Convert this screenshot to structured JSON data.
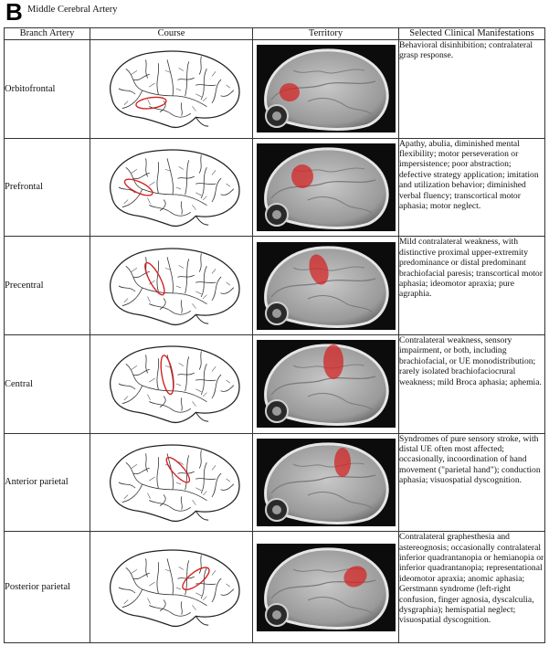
{
  "panel_letter": "B",
  "title": "Middle Cerebral Artery",
  "headers": [
    "Branch Artery",
    "Course",
    "Territory",
    "Selected Clinical  Manifestations"
  ],
  "rows": [
    {
      "branch": "Orbitofrontal",
      "manifestations": "Behavioral disinhibition; contralateral grasp response."
    },
    {
      "branch": "Prefrontal",
      "manifestations": "Apathy, abulia, diminished mental flexibility; motor perseveration or impersistence; poor abstraction; defective strategy application; imitation and utilization behavior; diminished verbal fluency; transcortical motor aphasia; motor neglect."
    },
    {
      "branch": "Precentral",
      "manifestations": "Mild contralateral weakness, with distinctive proximal upper-extremity predominance or distal predominant brachiofacial paresis; transcortical motor aphasia; ideomotor apraxia; pure agraphia."
    },
    {
      "branch": "Central",
      "manifestations": "Contralateral weakness, sensory impairment, or both, including brachiofacial, or UE monodistribution; rarely isolated brachiofaciocrural weakness; mild Broca aphasia; aphemia."
    },
    {
      "branch": "Anterior parietal",
      "manifestations": "Syndromes of pure sensory stroke, with distal UE often most affected; occasionally, incoordination of hand movement (\"parietal hand\"); conduction aphasia; visuospatial dyscognition."
    },
    {
      "branch": "Posterior parietal",
      "manifestations": "Contralateral graphesthesia and astereognosis; occasionally contralateral inferior quadrantanopia or hemianopia or inferior quadrantanopia; representational ideomotor apraxia; anomic aphasia; Gerstmann syndrome (left-right confusion, finger agnosia, dyscalculia, dysgraphia); hemispatial neglect; visuospatial dyscognition."
    }
  ],
  "highlight_color": "#d42020"
}
